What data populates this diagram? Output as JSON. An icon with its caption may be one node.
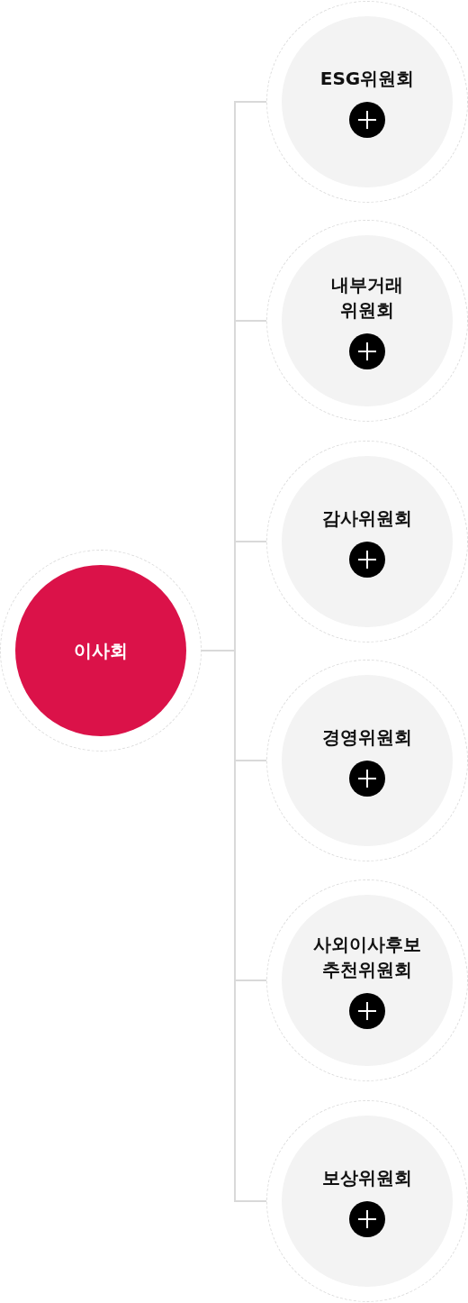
{
  "diagram": {
    "nodes": [
      {
        "text": [
          "이사회"
        ]
      },
      {
        "text": [
          "ESG위원회"
        ]
      },
      {
        "text": [
          "내부거래 위원회"
        ]
      },
      {
        "text": [
          "감사위원회"
        ]
      },
      {
        "text": [
          "경영위원회"
        ]
      },
      {
        "text": [
          "사외이사후보 추천위원회"
        ]
      },
      {
        "text": [
          "보상위원회"
        ]
      }
    ],
    "edges": [
      {
        "from": 0,
        "to": 1,
        "arrow": "none"
      },
      {
        "from": 0,
        "to": 2,
        "arrow": "none"
      },
      {
        "from": 0,
        "to": 3,
        "arrow": "none"
      },
      {
        "from": 0,
        "to": 4,
        "arrow": "none"
      },
      {
        "from": 0,
        "to": 5,
        "arrow": "none"
      },
      {
        "from": 0,
        "to": 6,
        "arrow": "none"
      }
    ]
  }
}
